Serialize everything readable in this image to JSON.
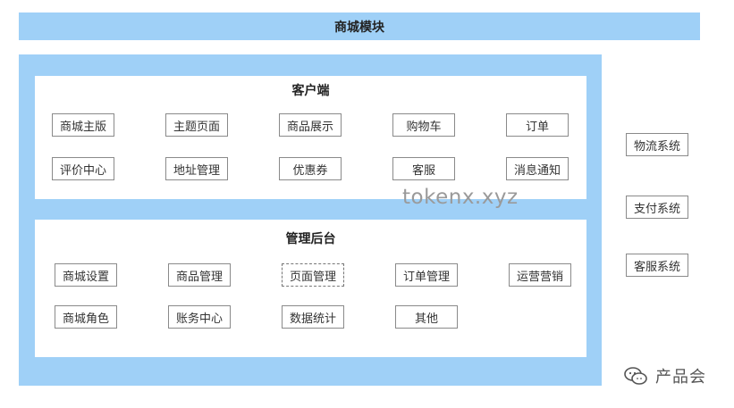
{
  "header": {
    "title": "商城模块"
  },
  "client": {
    "title": "客户端",
    "items": [
      "商城主版",
      "主题页面",
      "商品展示",
      "购物车",
      "订单",
      "评价中心",
      "地址管理",
      "优惠券",
      "客服",
      "消息通知"
    ]
  },
  "admin": {
    "title": "管理后台",
    "items": [
      "商城设置",
      "商品管理",
      "页面管理",
      "订单管理",
      "运营营销",
      "商城角色",
      "账务中心",
      "数据统计",
      "其他"
    ]
  },
  "systems": [
    "物流系统",
    "支付系统",
    "客服系统"
  ],
  "watermark": "tokenx.xyz",
  "brand": {
    "text": "产品会",
    "icon": "wechat-icon"
  },
  "colors": {
    "panel": "#9fd0f7",
    "box_border": "#8a8a8a",
    "watermark": "#9a9a9a"
  }
}
